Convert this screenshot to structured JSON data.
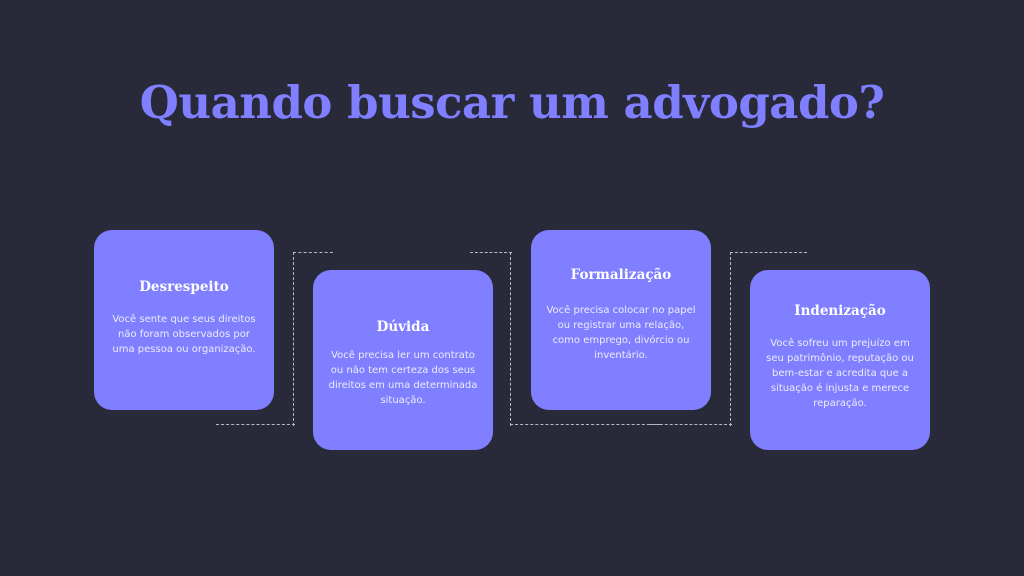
{
  "title": "Quando buscar um advogado?",
  "colors": {
    "background": "#282a3a",
    "accent": "#7f7fff",
    "card_text": "#ffffff",
    "connector": "#b9bac4"
  },
  "cards": [
    {
      "title": "Desrespeito",
      "text": "Você sente que seus direitos não foram observados por uma pessoa ou organização."
    },
    {
      "title": "Dúvida",
      "text": "Você precisa ler um contrato ou não tem certeza dos seus direitos em uma determinada situação."
    },
    {
      "title": "Formalização",
      "text": "Você precisa colocar no papel ou registrar uma relação, como emprego, divórcio ou inventário."
    },
    {
      "title": "Indenização",
      "text": "Você sofreu um prejuízo em seu patrimônio, reputação ou bem-estar e acredita que a situação é injusta e merece reparação."
    }
  ]
}
